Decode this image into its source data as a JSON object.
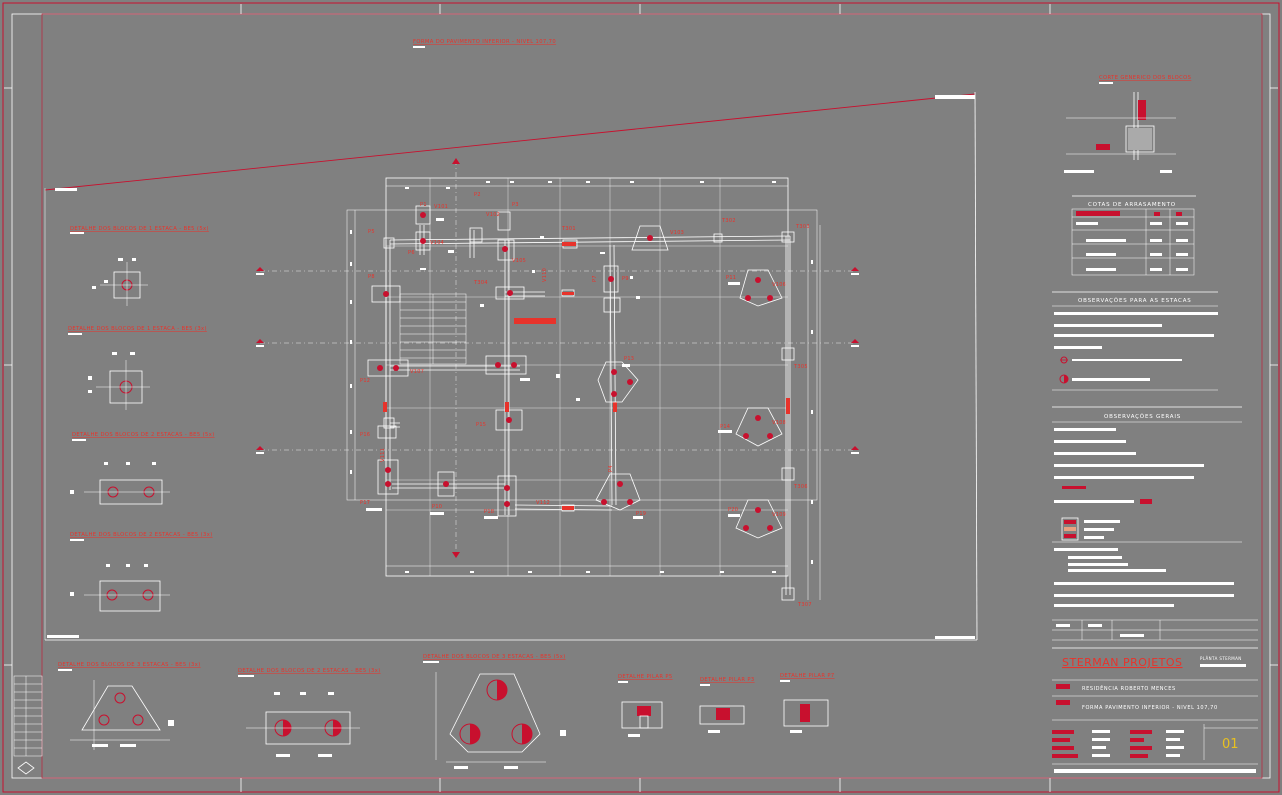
{
  "drawing": {
    "main_title": "FORMA DO PAVIMENTO INFERIOR - NIVEL 107,70",
    "section_title": "CORTE GENERICO DOS BLOCOS",
    "cotas_title": "COTAS DE ARRASAMENTO",
    "obs_estacas_title": "OBSERVAÇÕES PARA AS ESTACAS",
    "obs_gerais_title": "OBSERVAÇÕES GERAIS",
    "company": "STERMAN PROJETOS",
    "sheet_label": "PLÂNTA STERMAN",
    "project": "RESIDÊNCIA ROBERTO MENCES",
    "subtitle": "FORMA PAVIMENTO INFERIOR - NIVEL 107,70",
    "sheet_number": "01"
  },
  "details": [
    "DETALHE DOS BLOCOS DE 1 ESTACA - BE5 (5x)",
    "DETALHE DOS BLOCOS DE 1 ESTACA - BE5 (3x)",
    "DETALHE DOS BLOCOS DE 2 ESTACAS - BE5 (5x)",
    "DETALHE DOS BLOCOS DE 2 ESTACAS - BE5 (3x)",
    "DETALHE DOS BLOCOS DE 3 ESTACAS - BE5 (3x)",
    "DETALHE DOS BLOCOS DE 2 ESTACAS - BE5 (3x)",
    "DETALHE DOS BLOCOS DE 3 ESTACAS - BE5 (5x)",
    "DETALHE PILAR P5",
    "DETALHE PILAR P3",
    "DETALHE PILAR P7"
  ],
  "pillar_labels": {
    "p1": "P1",
    "p2": "P2",
    "p3": "P3",
    "p4": "P4",
    "p5": "P5",
    "p6": "P6",
    "p7": "P7",
    "p8": "P8",
    "p9": "P9",
    "p10": "P10",
    "p11": "P11",
    "p12": "P12",
    "p13": "P13",
    "p14": "P14",
    "p15": "P15",
    "p16": "P16",
    "p17": "P17",
    "p18": "P18",
    "p19": "P19",
    "p20": "P20",
    "t301": "T301",
    "t302": "T302",
    "t303": "T303",
    "t304": "T304",
    "t305": "T305",
    "t306": "T306",
    "t307": "T307",
    "v101": "V101",
    "v102": "V102",
    "v103": "V103",
    "v104": "V104",
    "v105": "V105",
    "v106": "V106",
    "v107": "V107",
    "v108": "V108",
    "v109": "V109",
    "v110": "V110",
    "v111": "V111",
    "v112": "V112"
  }
}
